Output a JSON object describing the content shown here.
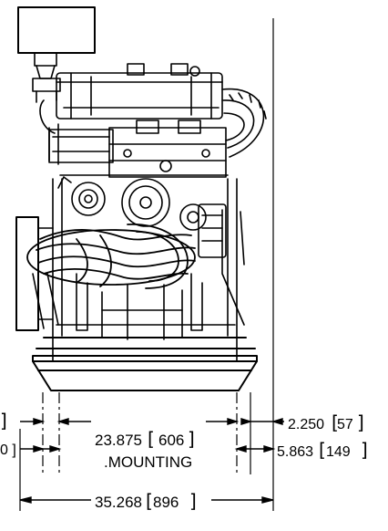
{
  "dimensions": {
    "mounting_width": {
      "inches": "23.875",
      "mm": "606",
      "label": ".MOUNTING"
    },
    "overall_width": {
      "inches": "35.268",
      "mm": "896"
    },
    "right_offset": {
      "inches": "2.250",
      "mm": "57"
    },
    "right_mount_offset": {
      "inches": "5.863",
      "mm": "149"
    },
    "left_cut_top": "]",
    "left_cut_bottom": "0 ]"
  }
}
